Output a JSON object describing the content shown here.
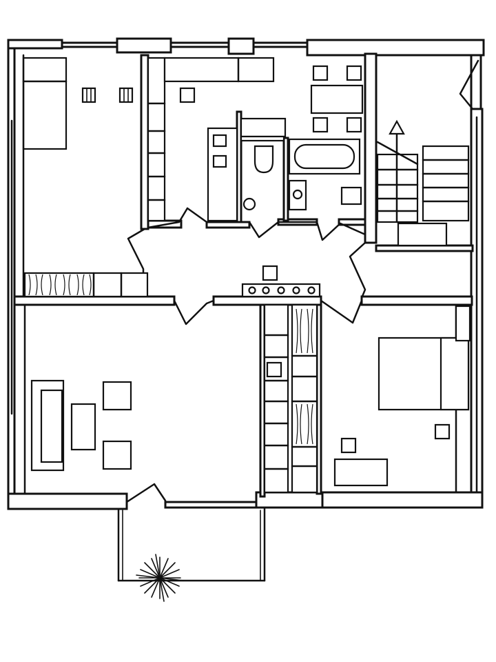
{
  "drawing": {
    "kind": "floor-plan",
    "style": "black-line-drawing-on-white",
    "colors": {
      "ink": "#111111",
      "paper": "#ffffff"
    }
  },
  "rooms": [
    {
      "id": "bedroom-left",
      "furniture": [
        "single-bed",
        "wardrobe"
      ]
    },
    {
      "id": "kitchen",
      "furniture": [
        "counter",
        "dining-table",
        "chairs"
      ]
    },
    {
      "id": "bathroom",
      "furniture": [
        "toilet",
        "bathtub",
        "washbasin"
      ]
    },
    {
      "id": "stairwell",
      "furniture": [
        "stairs",
        "direction-arrow"
      ]
    },
    {
      "id": "hall",
      "furniture": [
        "coat-hooks",
        "stool"
      ]
    },
    {
      "id": "living-room",
      "furniture": [
        "sofa",
        "coffee-table",
        "armchairs"
      ]
    },
    {
      "id": "closet",
      "furniture": [
        "wardrobe"
      ]
    },
    {
      "id": "bedroom-right",
      "furniture": [
        "double-bed",
        "desk",
        "chair"
      ]
    },
    {
      "id": "balcony",
      "furniture": [
        "plant"
      ]
    }
  ],
  "icons": [
    "stair-arrow-icon",
    "plant-icon"
  ]
}
